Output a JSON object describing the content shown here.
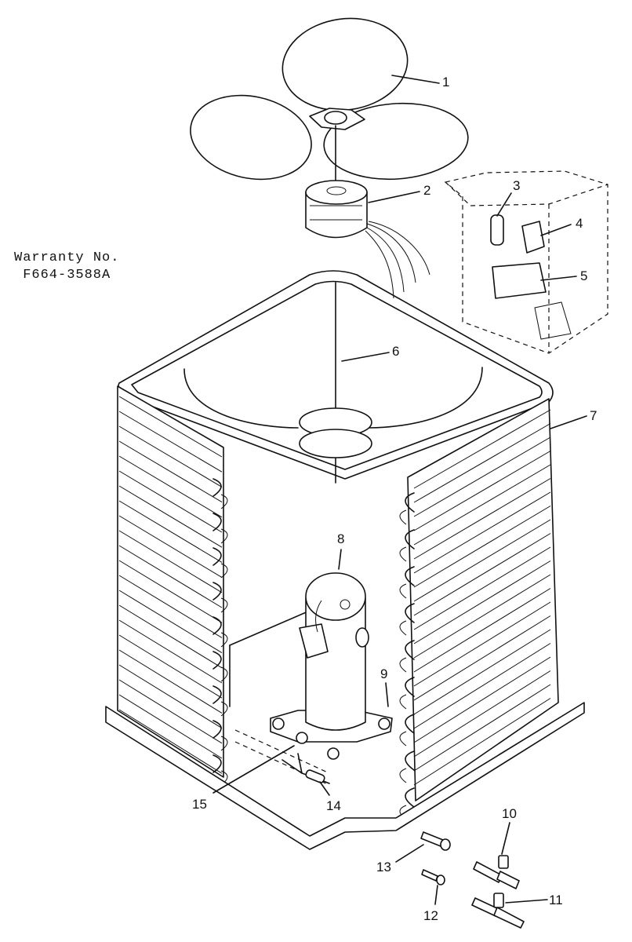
{
  "warranty": {
    "line1": "Warranty No.",
    "line2": "F664-3588A"
  },
  "callouts": [
    {
      "id": "1",
      "part": "fan-blade"
    },
    {
      "id": "2",
      "part": "fan-motor"
    },
    {
      "id": "3",
      "part": "capacitor"
    },
    {
      "id": "4",
      "part": "relay"
    },
    {
      "id": "5",
      "part": "contactor"
    },
    {
      "id": "6",
      "part": "fan-guard-support"
    },
    {
      "id": "7",
      "part": "condenser-coil"
    },
    {
      "id": "8",
      "part": "compressor"
    },
    {
      "id": "9",
      "part": "compressor-mount"
    },
    {
      "id": "10",
      "part": "service-valve"
    },
    {
      "id": "11",
      "part": "service-valve"
    },
    {
      "id": "12",
      "part": "valve-core"
    },
    {
      "id": "13",
      "part": "fitting"
    },
    {
      "id": "14",
      "part": "filter-drier"
    },
    {
      "id": "15",
      "part": "grommet"
    }
  ]
}
